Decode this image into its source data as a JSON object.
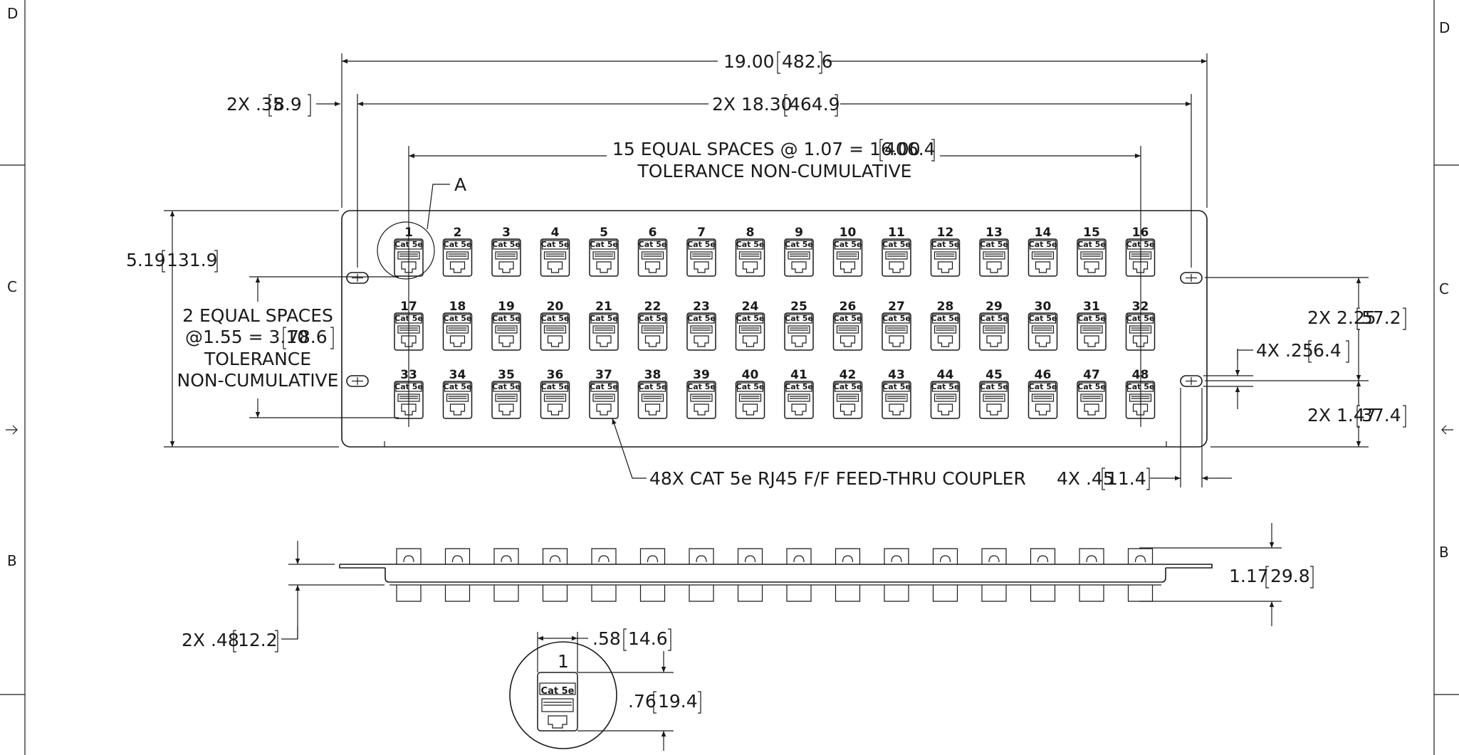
{
  "zones": {
    "left": [
      "D",
      "C",
      "B"
    ],
    "right": [
      "D",
      "C",
      "B"
    ]
  },
  "dims": {
    "overall_width": "19.00",
    "overall_width_mm": "482.6",
    "hole_offset": "2X .35",
    "hole_offset_mm": "8.9",
    "hole_span": "2X 18.30",
    "hole_span_mm": "464.9",
    "equal_spaces": "15 EQUAL SPACES @ 1.07 = 16.00",
    "equal_spaces_mm": "406.4",
    "tolerance": "TOLERANCE NON-CUMULATIVE",
    "detail_callout": "A",
    "height": "5.19",
    "height_mm": "131.9",
    "row_spaces_1": "2 EQUAL SPACES",
    "row_spaces_2": "@1.55 = 3.10",
    "row_spaces_mm": "78.6",
    "row_tol_1": "TOLERANCE",
    "row_tol_2": "NON-CUMULATIVE",
    "hole_vert": "2X 2.25",
    "hole_vert_mm": "57.2",
    "slot_height": "4X .25",
    "slot_height_mm": "6.4",
    "bottom_hole": "2X 1.47",
    "bottom_hole_mm": "37.4",
    "coupler_note": "48X CAT 5e RJ45 F/F FEED-THRU COUPLER",
    "slot_width": "4X .45",
    "slot_width_mm": "11.4",
    "depth": "1.17",
    "depth_mm": "29.8",
    "flange": "2X .48",
    "flange_mm": "12.2",
    "jack_width": ".58",
    "jack_width_mm": "14.6",
    "jack_height": ".76",
    "jack_height_mm": "19.4"
  },
  "ports": {
    "label": "Cat 5e",
    "rows": [
      [
        "1",
        "2",
        "3",
        "4",
        "5",
        "6",
        "7",
        "8",
        "9",
        "10",
        "11",
        "12",
        "13",
        "14",
        "15",
        "16"
      ],
      [
        "17",
        "18",
        "19",
        "20",
        "21",
        "22",
        "23",
        "24",
        "25",
        "26",
        "27",
        "28",
        "29",
        "30",
        "31",
        "32"
      ],
      [
        "33",
        "34",
        "35",
        "36",
        "37",
        "38",
        "39",
        "40",
        "41",
        "42",
        "43",
        "44",
        "45",
        "46",
        "47",
        "48"
      ]
    ]
  },
  "detail": {
    "number": "1",
    "label": "Cat 5e"
  }
}
